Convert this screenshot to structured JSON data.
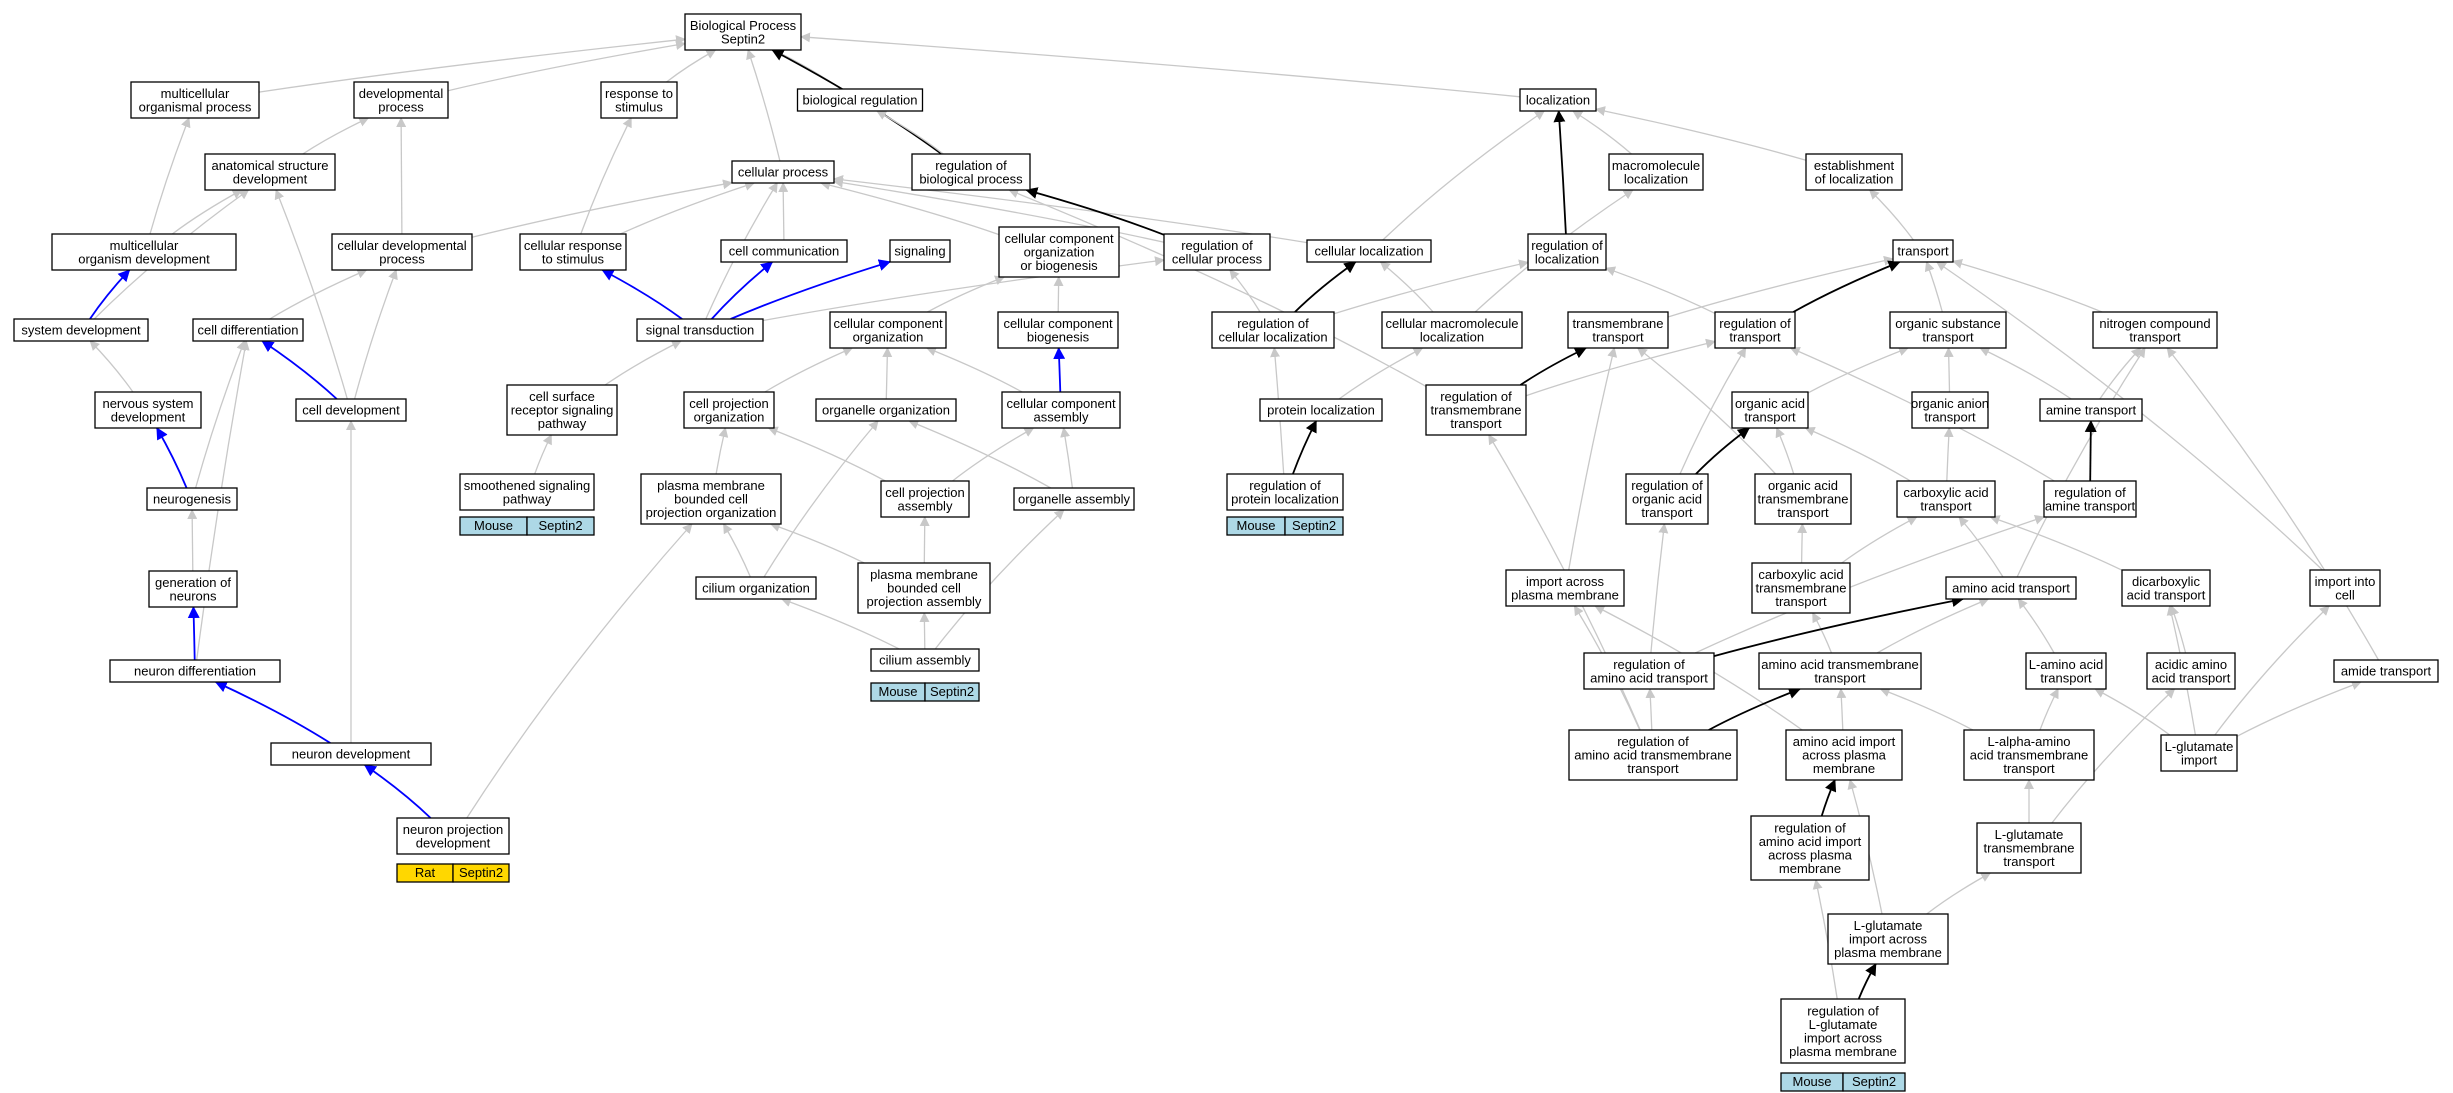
{
  "colors": {
    "edge_gray": "#c8c8c8",
    "edge_black": "#000000",
    "edge_blue": "#0000ff",
    "tag_mouse": "#add8e6",
    "tag_rat": "#ffd700",
    "node_border": "#000000"
  },
  "nodes": {
    "bp": [
      "Biological Process",
      "Septin2"
    ],
    "mop": [
      "multicellular",
      "organismal process"
    ],
    "dev": [
      "developmental",
      "process"
    ],
    "rts": [
      "response to",
      "stimulus"
    ],
    "breg": [
      "biological regulation"
    ],
    "loc": [
      "localization"
    ],
    "asd": [
      "anatomical structure",
      "development"
    ],
    "cp": [
      "cellular process"
    ],
    "rbp": [
      "regulation of",
      "biological process"
    ],
    "ml": [
      "macromolecule",
      "localization"
    ],
    "eol": [
      "establishment",
      "of localization"
    ],
    "mod": [
      "multicellular",
      "organism development"
    ],
    "cdp": [
      "cellular developmental",
      "process"
    ],
    "crs": [
      "cellular response",
      "to stimulus"
    ],
    "cc": [
      "cell communication"
    ],
    "sig": [
      "signaling"
    ],
    "ccob": [
      "cellular component",
      "organization",
      "or biogenesis"
    ],
    "rcp": [
      "regulation of",
      "cellular process"
    ],
    "cl": [
      "cellular localization"
    ],
    "rol": [
      "regulation of",
      "localization"
    ],
    "tr": [
      "transport"
    ],
    "sd": [
      "system development"
    ],
    "cdiff": [
      "cell differentiation"
    ],
    "st": [
      "signal transduction"
    ],
    "cco": [
      "cellular component",
      "organization"
    ],
    "ccb": [
      "cellular component",
      "biogenesis"
    ],
    "rcl": [
      "regulation of",
      "cellular localization"
    ],
    "cml": [
      "cellular macromolecule",
      "localization"
    ],
    "tmt": [
      "transmembrane",
      "transport"
    ],
    "rot": [
      "regulation of",
      "transport"
    ],
    "ost": [
      "organic substance",
      "transport"
    ],
    "nct": [
      "nitrogen compound",
      "transport"
    ],
    "nsd": [
      "nervous system",
      "development"
    ],
    "cdev": [
      "cell development"
    ],
    "csr": [
      "cell surface",
      "receptor signaling",
      "pathway"
    ],
    "cpo": [
      "cell projection",
      "organization"
    ],
    "oo": [
      "organelle organization"
    ],
    "cca": [
      "cellular component",
      "assembly"
    ],
    "pl": [
      "protein localization"
    ],
    "rtmt": [
      "regulation of",
      "transmembrane",
      "transport"
    ],
    "oat": [
      "organic acid",
      "transport"
    ],
    "oant": [
      "organic anion",
      "transport"
    ],
    "amt": [
      "amine transport"
    ],
    "neur": [
      "neurogenesis"
    ],
    "ssp": [
      "smoothened signaling",
      "pathway"
    ],
    "pmbo": [
      "plasma membrane",
      "bounded cell",
      "projection organization"
    ],
    "cpa": [
      "cell projection",
      "assembly"
    ],
    "oa": [
      "organelle assembly"
    ],
    "rpl": [
      "regulation of",
      "protein localization"
    ],
    "roat": [
      "regulation of",
      "organic acid",
      "transport"
    ],
    "oatt": [
      "organic acid",
      "transmembrane",
      "transport"
    ],
    "cat": [
      "carboxylic acid",
      "transport"
    ],
    "ramt": [
      "regulation of",
      "amine transport"
    ],
    "gon": [
      "generation of",
      "neurons"
    ],
    "cio": [
      "cilium organization"
    ],
    "pmba": [
      "plasma membrane",
      "bounded cell",
      "projection assembly"
    ],
    "iapm": [
      "import across",
      "plasma membrane"
    ],
    "catt": [
      "carboxylic acid",
      "transmembrane",
      "transport"
    ],
    "aat": [
      "amino acid transport"
    ],
    "dat": [
      "dicarboxylic",
      "acid transport"
    ],
    "iic": [
      "import into",
      "cell"
    ],
    "nd": [
      "neuron differentiation"
    ],
    "ca": [
      "cilium assembly"
    ],
    "raat": [
      "regulation of",
      "amino acid transport"
    ],
    "aatt": [
      "amino acid transmembrane",
      "transport"
    ],
    "laat": [
      "L-amino acid",
      "transport"
    ],
    "aaat": [
      "acidic amino",
      "acid transport"
    ],
    "amidet": [
      "amide transport"
    ],
    "ndev": [
      "neuron development"
    ],
    "raatt": [
      "regulation of",
      "amino acid transmembrane",
      "transport"
    ],
    "aaipm": [
      "amino acid import",
      "across plasma",
      "membrane"
    ],
    "laaatt": [
      "L-alpha-amino",
      "acid transmembrane",
      "transport"
    ],
    "lgi": [
      "L-glutamate",
      "import"
    ],
    "npd": [
      "neuron projection",
      "development"
    ],
    "raaipm": [
      "regulation of",
      "amino acid import",
      "across plasma",
      "membrane"
    ],
    "lgtt": [
      "L-glutamate",
      "transmembrane",
      "transport"
    ],
    "lgipm": [
      "L-glutamate",
      "import across",
      "plasma membrane"
    ],
    "rlgipm": [
      "regulation of",
      "L-glutamate",
      "import across",
      "plasma membrane"
    ]
  },
  "tags": {
    "ssp": [
      "Mouse",
      "Septin2"
    ],
    "rpl": [
      "Mouse",
      "Septin2"
    ],
    "ca": [
      "Mouse",
      "Septin2"
    ],
    "npd": [
      "Rat",
      "Septin2"
    ],
    "rlgipm": [
      "Mouse",
      "Septin2"
    ]
  }
}
